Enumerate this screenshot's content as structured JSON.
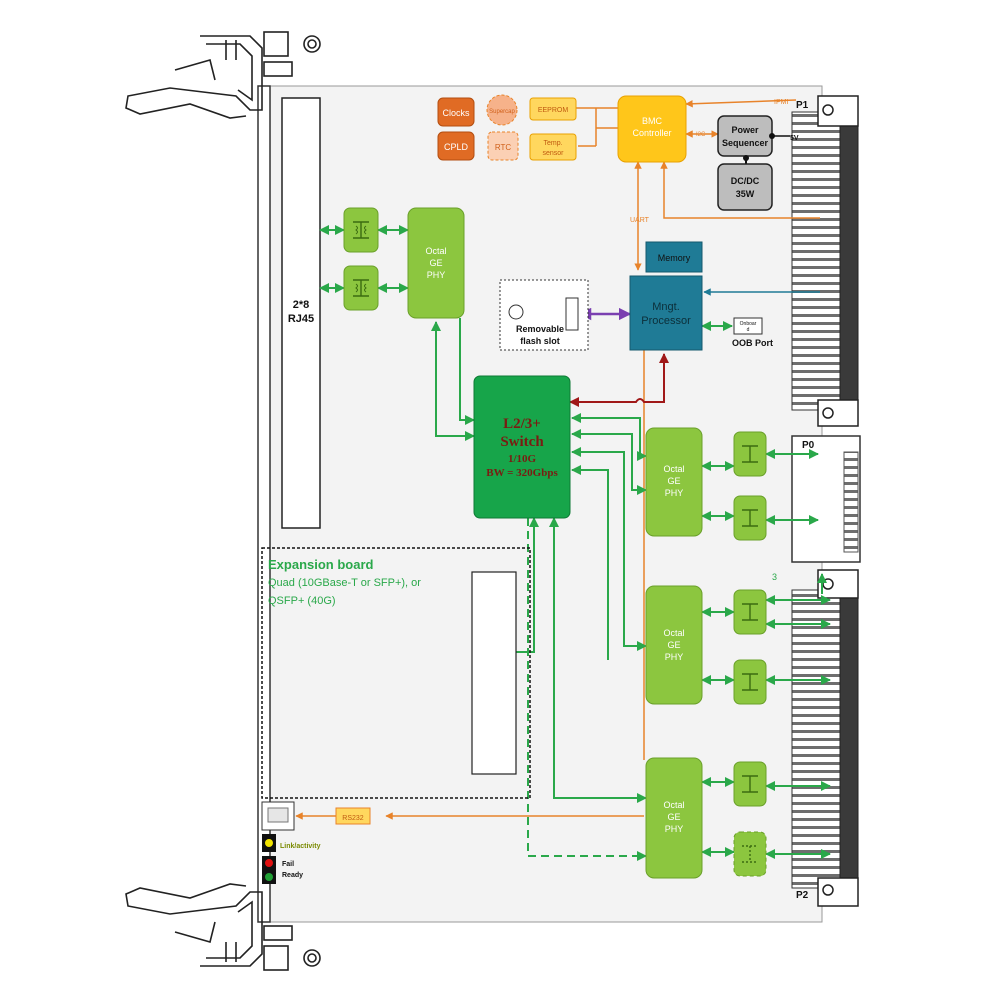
{
  "blocks": {
    "rj45": [
      "2*8",
      "RJ45"
    ],
    "octal_phy": [
      "Octal",
      "GE",
      "PHY"
    ],
    "switch": [
      "L2/3+",
      "Switch",
      "1/10G",
      "BW = 320Gbps"
    ],
    "mngt_processor": [
      "Mngt.",
      "Processor"
    ],
    "memory": "Memory",
    "bmc": [
      "BMC",
      "Controller"
    ],
    "power_sequencer": [
      "Power",
      "Sequencer"
    ],
    "dcdc": [
      "DC/DC",
      "35W"
    ],
    "clocks": "Clocks",
    "cpld": "CPLD",
    "supercap": "Supercap",
    "rtc": "RTC",
    "eeprom": "EEPROM",
    "temp_sensor": [
      "Temp.",
      "sensor"
    ],
    "flash_slot": [
      "Removable",
      "flash slot"
    ],
    "onboard": [
      "Onboar",
      "d"
    ],
    "oob_port": "OOB Port",
    "rs232": "RS232"
  },
  "expansion": {
    "title": "Expansion board",
    "lines": [
      "Quad (10GBase-T or  SFP+), or",
      "QSFP+ (40G)"
    ]
  },
  "connectors": {
    "p1": "P1",
    "p0": "P0",
    "p2": "P2"
  },
  "signal_labels": {
    "ipmi": "IPMI",
    "v5": "5V",
    "i2c": "I2C",
    "uart": "UART",
    "three": "3"
  },
  "leds": {
    "link": "Link/activity",
    "fail": "Fail",
    "ready": "Ready"
  },
  "colors": {
    "green": "#2aa84a",
    "light_green": "#8cc63f",
    "orange": "#e8832a",
    "teal": "#1f7b96",
    "yellow": "#ffcc00",
    "gray": "#bdbdbd",
    "dark_red": "#a01818",
    "purple": "#7a3fb0"
  }
}
